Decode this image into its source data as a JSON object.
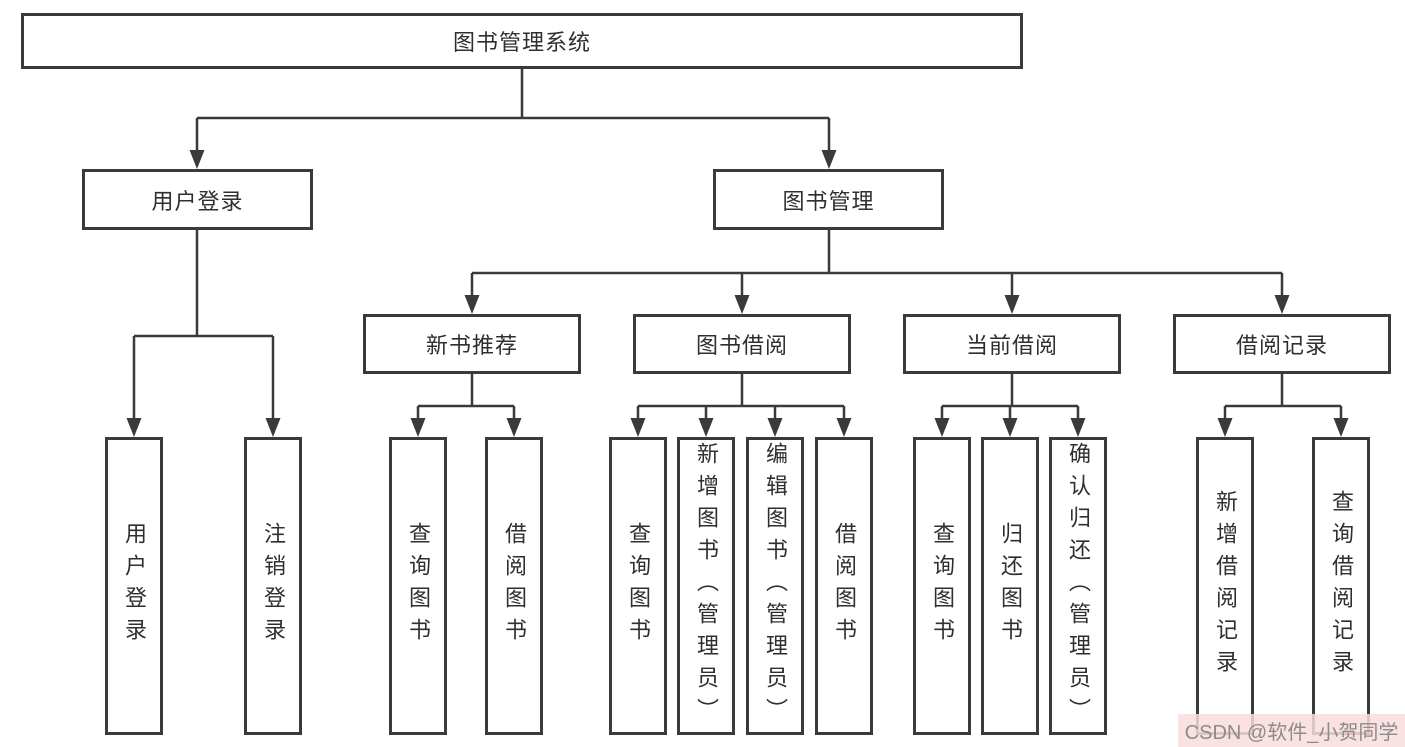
{
  "diagram": {
    "root": {
      "label": "图书管理系统"
    },
    "user_login": {
      "label": "用户登录",
      "children": {
        "login": {
          "label": "用户登录"
        },
        "logout": {
          "label": "注销登录"
        }
      }
    },
    "book_mgmt": {
      "label": "图书管理",
      "groups": {
        "new_books": {
          "label": "新书推荐",
          "children": {
            "query": {
              "label": "查询图书"
            },
            "borrow": {
              "label": "借阅图书"
            }
          }
        },
        "borrowing": {
          "label": "图书借阅",
          "children": {
            "query": {
              "label": "查询图书"
            },
            "add": {
              "label": "新增图书（管理员）"
            },
            "edit": {
              "label": "编辑图书（管理员）"
            },
            "borrow": {
              "label": "借阅图书"
            }
          }
        },
        "current": {
          "label": "当前借阅",
          "children": {
            "query": {
              "label": "查询图书"
            },
            "return": {
              "label": "归还图书"
            },
            "confirm": {
              "label": "确认归还（管理员）"
            }
          }
        },
        "records": {
          "label": "借阅记录",
          "children": {
            "add": {
              "label": "新增借阅记录"
            },
            "query": {
              "label": "查询借阅记录"
            }
          }
        }
      }
    }
  },
  "watermark": {
    "text": "CSDN @软件_小贺同学"
  },
  "colors": {
    "line": "#3a3a3a",
    "box_border": "#3a3a3a",
    "box_bg": "#ffffff",
    "text": "#2f2f2f",
    "watermark_text": "#8c8c8c",
    "watermark_bg": "#f8dddc"
  }
}
